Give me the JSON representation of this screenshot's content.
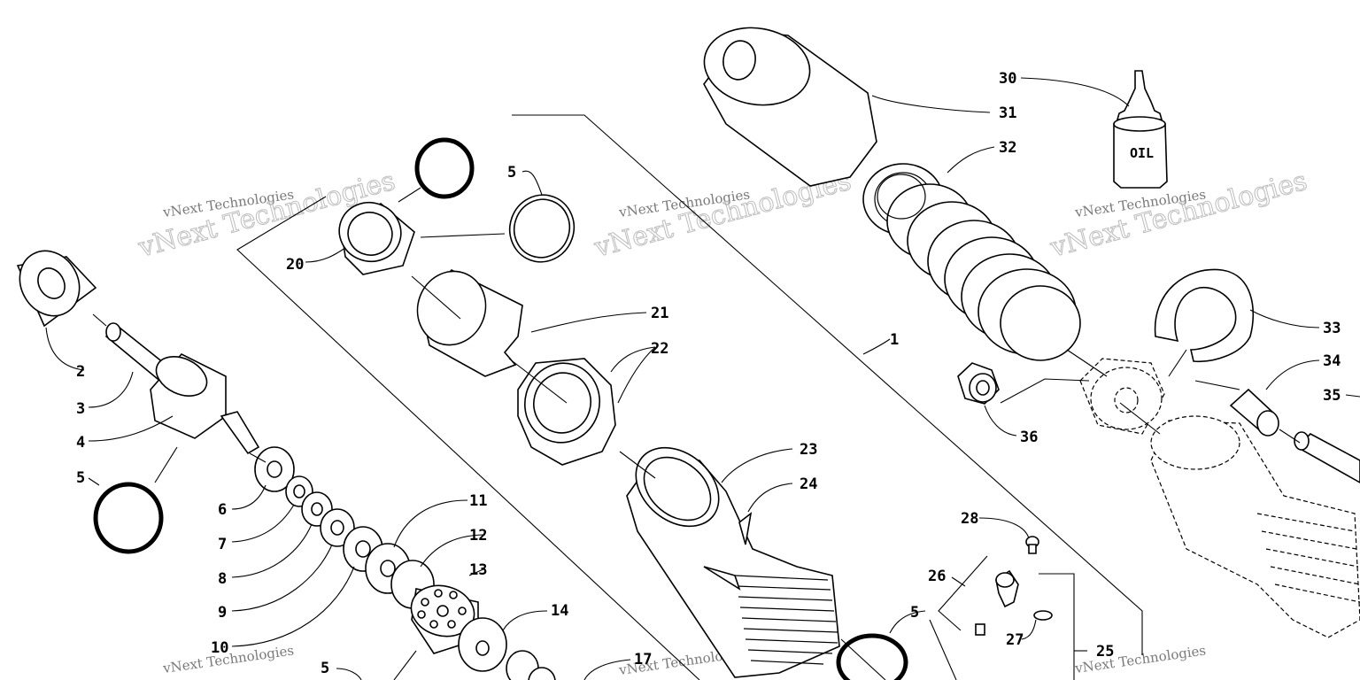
{
  "callouts": [
    "1",
    "2",
    "3",
    "4",
    "5",
    "6",
    "7",
    "8",
    "9",
    "10",
    "11",
    "12",
    "13",
    "14",
    "17",
    "20",
    "21",
    "22",
    "23",
    "24",
    "25",
    "26",
    "27",
    "28",
    "30",
    "31",
    "32",
    "33",
    "34",
    "35",
    "36"
  ],
  "oil_label": "OIL",
  "watermark": {
    "line1": "vNext Technologies",
    "big": "vNext Technologies"
  }
}
